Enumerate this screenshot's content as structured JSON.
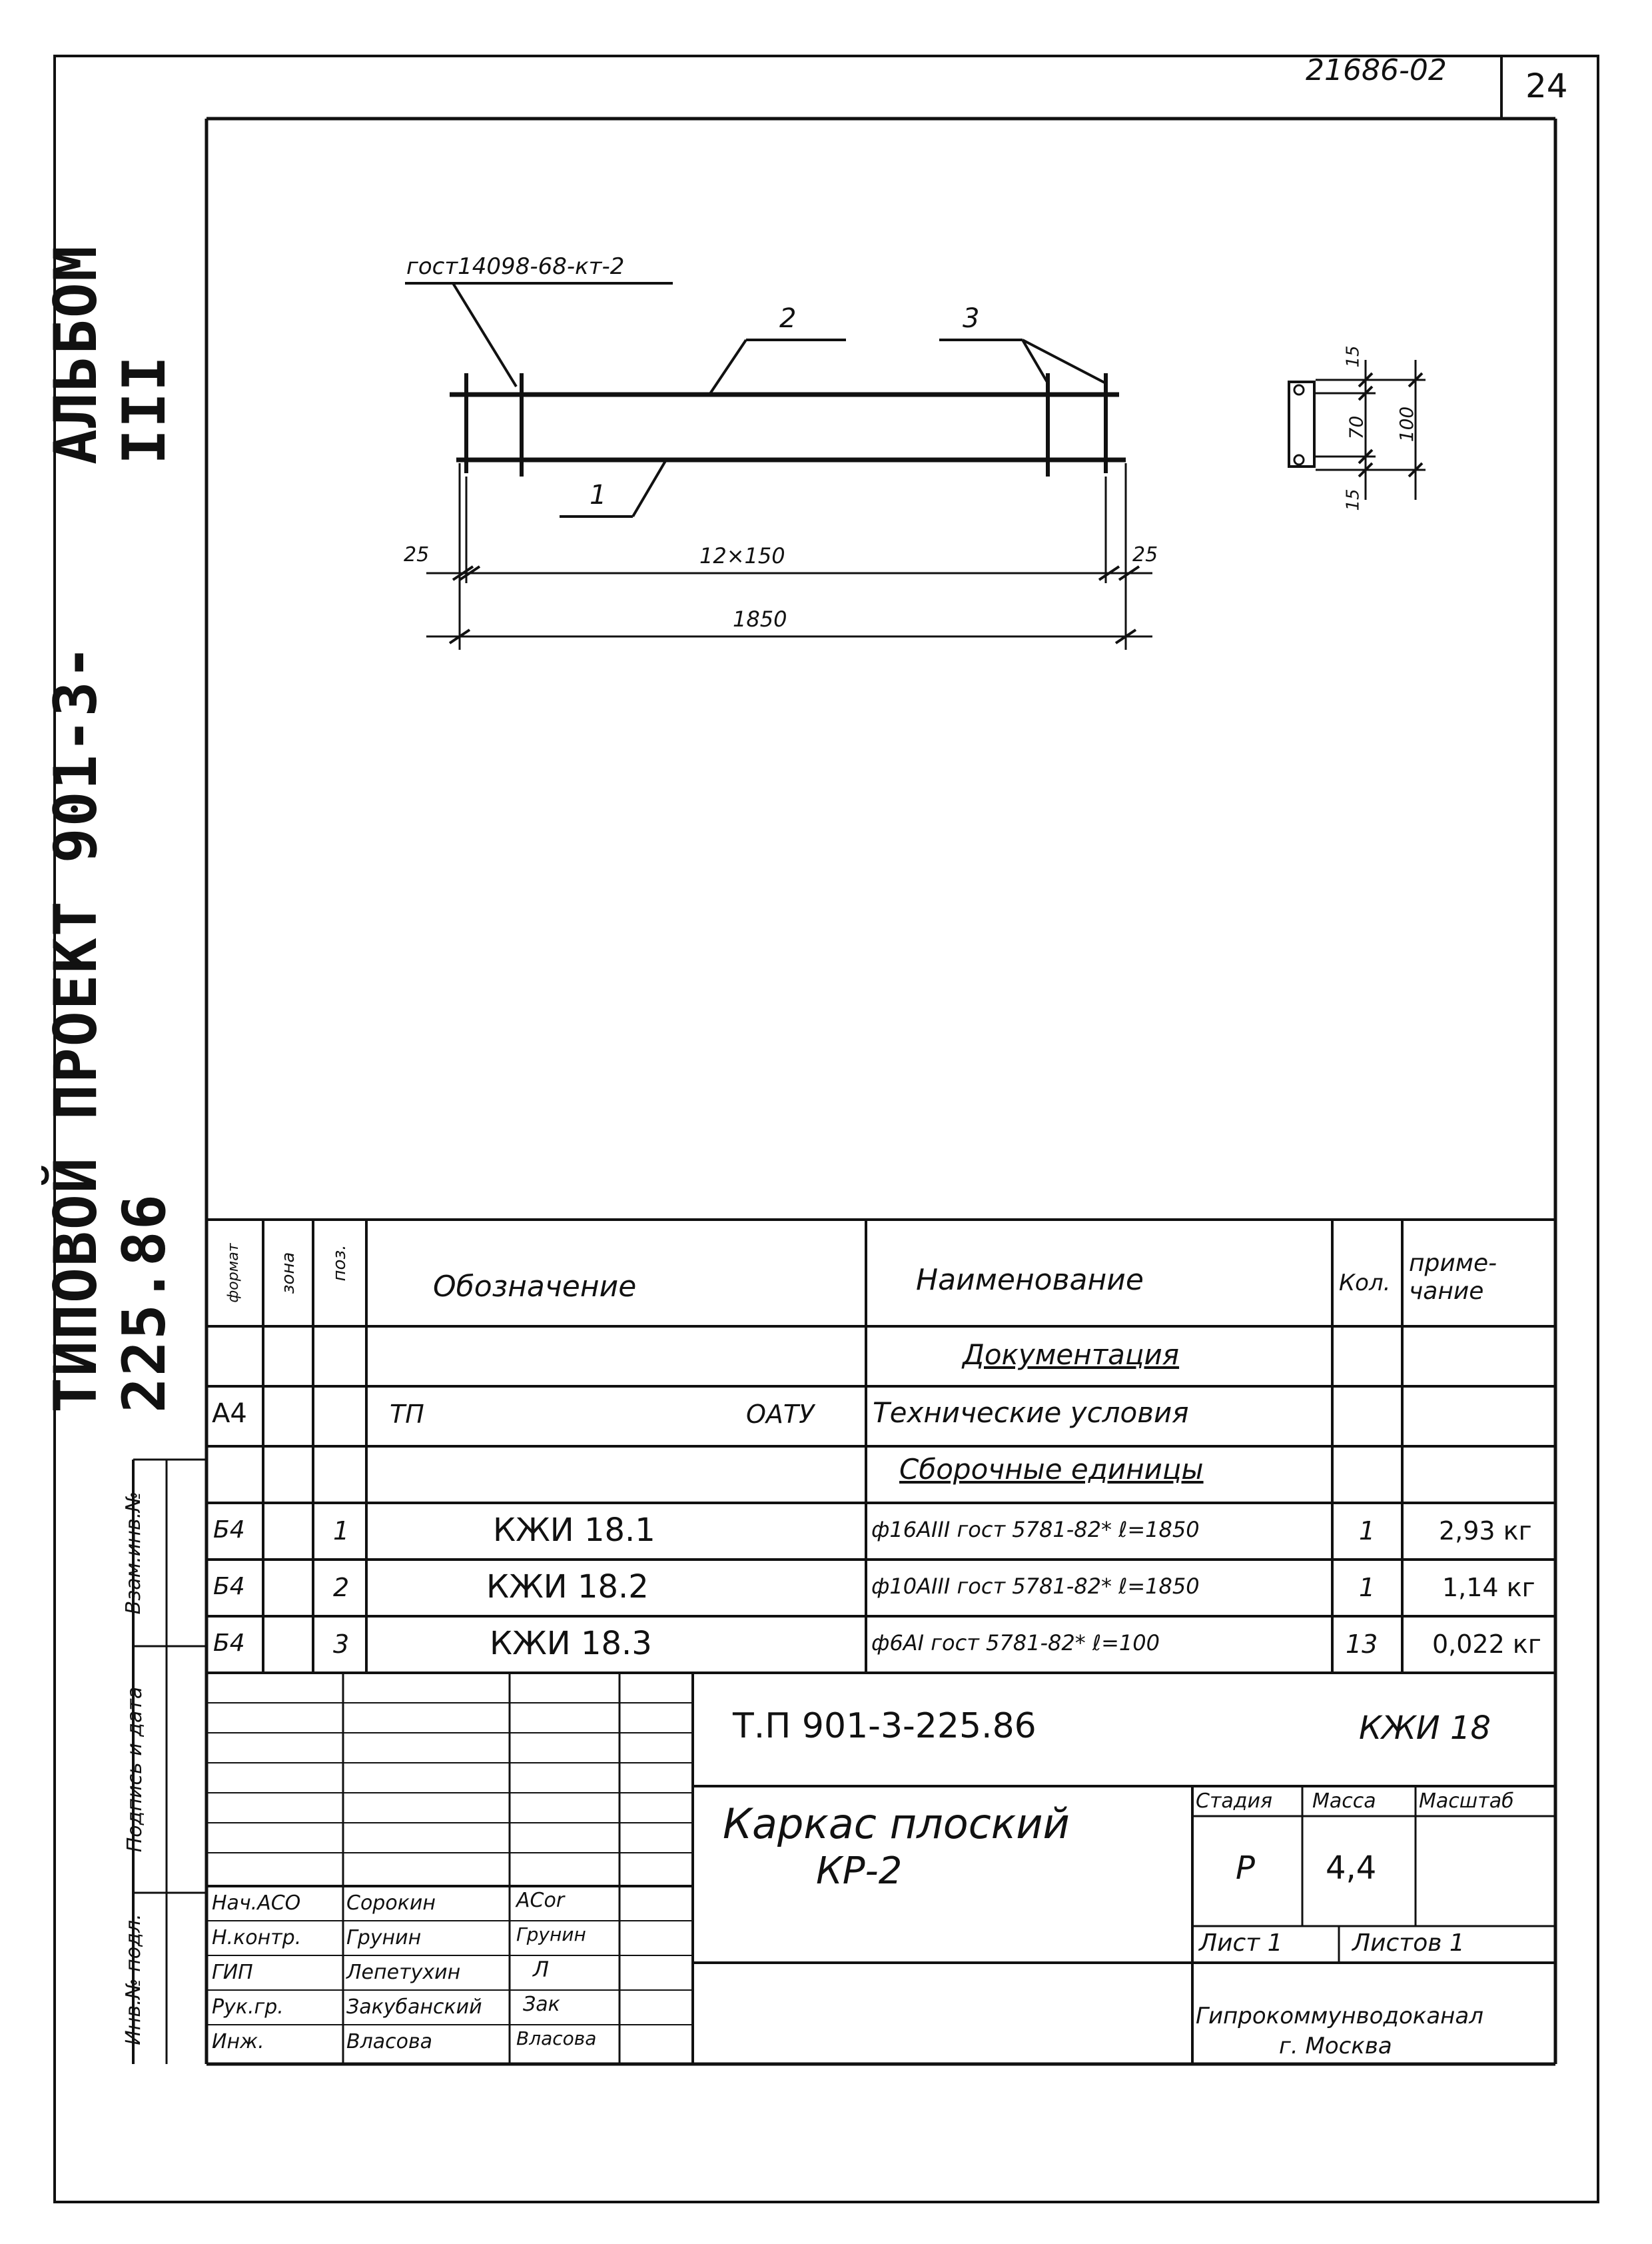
{
  "header": {
    "doc_number": "21686-02",
    "sheet_number": "24"
  },
  "side_title": {
    "project": "ТИПОВОЙ ПРОЕКТ 901-3-225.86",
    "album": "АЛЬБОМ III"
  },
  "drawing": {
    "weld_note": "гост14098-68-кт-2",
    "pos_1": "1",
    "pos_2": "2",
    "pos_3": "3",
    "dim_25_left": "25",
    "dim_25_right": "25",
    "dim_spacing": "12×150",
    "dim_total": "1850",
    "section_dim_15_top": "15",
    "section_dim_70": "70",
    "section_dim_100": "100",
    "section_dim_15_bottom": "15"
  },
  "spec_table": {
    "headers": {
      "format": "формат",
      "zone": "зона",
      "pos": "поз.",
      "designation": "Обозначение",
      "name": "Наименование",
      "qty": "Кол.",
      "note": "приме- чание"
    },
    "section_docs": "Документация",
    "doc_row": {
      "format": "А4",
      "designation_left": "ТП",
      "designation_right": "ОАТУ",
      "name": "Технические условия"
    },
    "section_assemblies": "Сборочные единицы",
    "rows": [
      {
        "format": "Б4",
        "pos": "1",
        "designation": "КЖИ 18.1",
        "name": "ф16АIII гост 5781-82* ℓ=1850",
        "qty": "1",
        "note": "2,93 кг"
      },
      {
        "format": "Б4",
        "pos": "2",
        "designation": "КЖИ 18.2",
        "name": "ф10АIII гост 5781-82* ℓ=1850",
        "qty": "1",
        "note": "1,14 кг"
      },
      {
        "format": "Б4",
        "pos": "3",
        "designation": "КЖИ 18.3",
        "name": "ф6АI гост 5781-82* ℓ=100",
        "qty": "13",
        "note": "0,022 кг"
      }
    ]
  },
  "left_strip": {
    "vzam": "Взам.инв.№",
    "podpis": "Подпись и дата",
    "inv": "Инв.№ подл."
  },
  "title_block": {
    "code": "Т.П 901-3-225.86",
    "mark": "КЖИ 18",
    "title_line1": "Каркас плоский",
    "title_line2": "КР-2",
    "stage_label": "Стадия",
    "mass_label": "Масса",
    "scale_label": "Масштаб",
    "stage": "Р",
    "mass": "4,4",
    "sheet": "Лист 1",
    "sheets": "Листов 1",
    "org_line1": "Гипрокоммунводоканал",
    "org_line2": "г. Москва",
    "signatures": [
      {
        "role": "Нач.АСО",
        "name": "Сорокин",
        "sign": "ACor"
      },
      {
        "role": "Н.контр.",
        "name": "Грунин",
        "sign": "Грунин"
      },
      {
        "role": "ГИП",
        "name": "Лепетухин",
        "sign": "Л"
      },
      {
        "role": "Рук.гр.",
        "name": "Закубанский",
        "sign": "Зак"
      },
      {
        "role": "Инж.",
        "name": "Власова",
        "sign": "Власова"
      }
    ]
  }
}
